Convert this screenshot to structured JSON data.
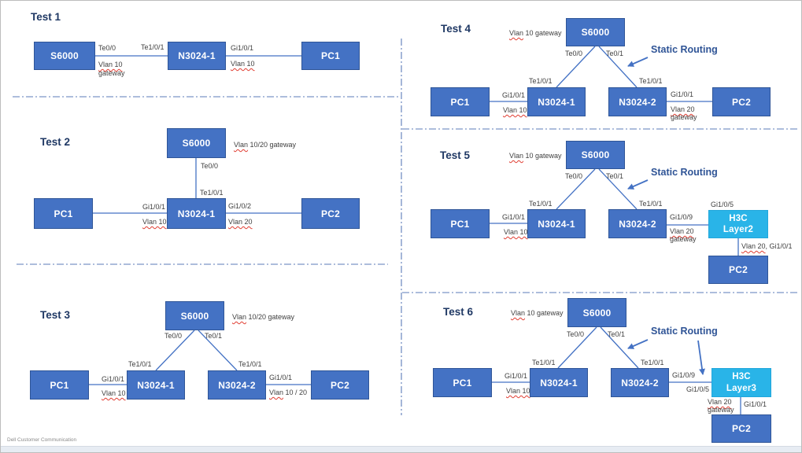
{
  "page": {
    "footer": "Dell Customer Communication"
  },
  "colors": {
    "node_blue": "#4472C4",
    "node_border": "#2F5597",
    "node_cyan": "#29B4E8",
    "connector_blue": "#4472C4",
    "divider_blue": "#5B7BB8",
    "title_navy": "#1F3864",
    "label_gray": "#3F3F3F",
    "static_routing_blue": "#2F5496",
    "squiggle_red": "#E03C31"
  },
  "tests": {
    "t1": {
      "title": "Test 1",
      "nodes": {
        "s6000": "S6000",
        "n3024_1": "N3024-1",
        "pc1": "PC1"
      },
      "labels": {
        "te00": "Te0/0",
        "te101": "Te1/0/1",
        "vlangw": {
          "sq": "Vlan 10",
          "rest": ""
        },
        "gateway": "gateway",
        "gi101": "Gi1/0/1",
        "vlan10": {
          "sq": "Vlan 10",
          "rest": ""
        }
      }
    },
    "t2": {
      "title": "Test 2",
      "nodes": {
        "s6000": "S6000",
        "n3024_1": "N3024-1",
        "pc1": "PC1",
        "pc2": "PC2"
      },
      "labels": {
        "gw": {
          "sq": "Vlan",
          "rest": " 10/20 gateway"
        },
        "te00": "Te0/0",
        "te101": "Te1/0/1",
        "gi101": "Gi1/0/1",
        "vlan10": {
          "sq": "Vlan 10",
          "rest": ""
        },
        "gi102": "Gi1/0/2",
        "vlan20": {
          "sq": "Vlan 20",
          "rest": ""
        }
      }
    },
    "t3": {
      "title": "Test 3",
      "nodes": {
        "s6000": "S6000",
        "n3024_1": "N3024-1",
        "n3024_2": "N3024-2",
        "pc1": "PC1",
        "pc2": "PC2"
      },
      "labels": {
        "gw": {
          "sq": "Vlan",
          "rest": " 10/20 gateway"
        },
        "te00": "Te0/0",
        "te01": "Te0/1",
        "te101_l": "Te1/0/1",
        "te101_r": "Te1/0/1",
        "gi101_l": "Gi1/0/1",
        "vlan10": {
          "sq": "Vlan 10",
          "rest": ""
        },
        "gi101_r": "Gi1/0/1",
        "vlan1020": {
          "sq": "Vlan",
          "rest": " 10 / 20"
        }
      }
    },
    "t4": {
      "title": "Test 4",
      "nodes": {
        "s6000": "S6000",
        "n3024_1": "N3024-1",
        "n3024_2": "N3024-2",
        "pc1": "PC1",
        "pc2": "PC2"
      },
      "labels": {
        "gw": {
          "sq": "Vlan",
          "rest": " 10 gateway"
        },
        "te00": "Te0/0",
        "te01": "Te0/1",
        "static_routing": "Static Routing",
        "te101_l": "Te1/0/1",
        "te101_r": "Te1/0/1",
        "gi101_l": "Gi1/0/1",
        "vlan10": {
          "sq": "Vlan 10",
          "rest": ""
        },
        "gi101_r": "Gi1/0/1",
        "vlan20": {
          "sq": "Vlan 20",
          "rest": ""
        },
        "gateway": "gateway"
      }
    },
    "t5": {
      "title": "Test 5",
      "nodes": {
        "s6000": "S6000",
        "n3024_1": "N3024-1",
        "n3024_2": "N3024-2",
        "pc1": "PC1",
        "pc2": "PC2",
        "h3c_line1": "H3C",
        "h3c_line2": "Layer2"
      },
      "labels": {
        "gw": {
          "sq": "Vlan",
          "rest": " 10 gateway"
        },
        "te00": "Te0/0",
        "te01": "Te0/1",
        "static_routing": "Static Routing",
        "te101_l": "Te1/0/1",
        "te101_r": "Te1/0/1",
        "gi101": "Gi1/0/1",
        "vlan10": {
          "sq": "Vlan 10",
          "rest": ""
        },
        "gi109": "Gi1/0/9",
        "vlan20": {
          "sq": "Vlan 20",
          "rest": ""
        },
        "gateway": "gateway",
        "gi105": "Gi1/0/5",
        "h3c_pc2": {
          "sq": "Vlan 20",
          "rest": ", Gi1/0/1"
        }
      }
    },
    "t6": {
      "title": "Test 6",
      "nodes": {
        "s6000": "S6000",
        "n3024_1": "N3024-1",
        "n3024_2": "N3024-2",
        "pc1": "PC1",
        "pc2": "PC2",
        "h3c_line1": "H3C",
        "h3c_line2": "Layer3"
      },
      "labels": {
        "gw": {
          "sq": "Vlan",
          "rest": " 10 gateway"
        },
        "te00": "Te0/0",
        "te01": "Te0/1",
        "static_routing": "Static Routing",
        "te101_l": "Te1/0/1",
        "te101_r": "Te1/0/1",
        "gi101_l": "Gi1/0/1",
        "vlan10": {
          "sq": "Vlan 10",
          "rest": ""
        },
        "gi109": "Gi1/0/9",
        "gi105": "Gi1/0/5",
        "vlan20": {
          "sq": "Vlan 20",
          "rest": ""
        },
        "gateway": "gateway",
        "gi101_r": "Gi1/0/1"
      }
    }
  }
}
